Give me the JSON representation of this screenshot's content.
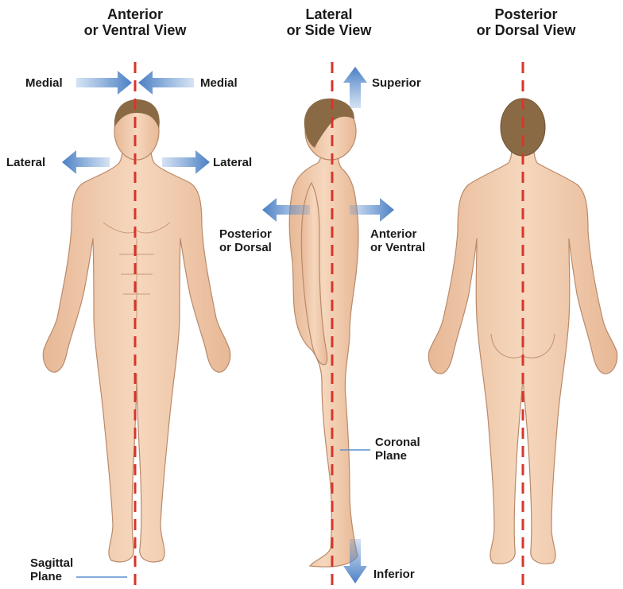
{
  "views": [
    {
      "title_line1": "Anterior",
      "title_line2": "or Ventral View"
    },
    {
      "title_line1": "Lateral",
      "title_line2": "or Side View"
    },
    {
      "title_line1": "Posterior",
      "title_line2": "or Dorsal View"
    }
  ],
  "labels": {
    "medial_left": "Medial",
    "medial_right": "Medial",
    "lateral_left": "Lateral",
    "lateral_right": "Lateral",
    "superior": "Superior",
    "posterior_line1": "Posterior",
    "posterior_line2": "or Dorsal",
    "anterior_line1": "Anterior",
    "anterior_line2": "or Ventral",
    "coronal_line1": "Coronal",
    "coronal_line2": "Plane",
    "sagittal_line1": "Sagittal",
    "sagittal_line2": "Plane",
    "inferior": "Inferior"
  },
  "colors": {
    "plane_line": "#d8352a",
    "arrow": "#5b8fce",
    "skin": "#f1cdb0",
    "hair": "#8a6a45",
    "leader_line": "#5b8fce"
  },
  "icons": [
    "arrow-right-icon",
    "arrow-left-icon",
    "arrow-up-icon",
    "arrow-down-icon"
  ]
}
